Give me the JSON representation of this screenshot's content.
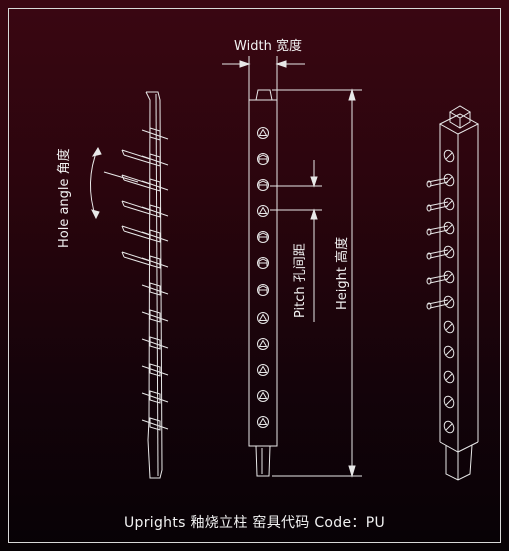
{
  "labels": {
    "width": "Width 宽度",
    "height": "Height 高度",
    "pitch": "Pitch 孔间距",
    "hole_angle": "Hole angle 角度"
  },
  "caption": "Uprights 釉烧立柱  窑具代码  Code：PU",
  "colors": {
    "line": "#e8e8e8",
    "background_top": "#3a0612",
    "background_bottom": "#070205"
  }
}
